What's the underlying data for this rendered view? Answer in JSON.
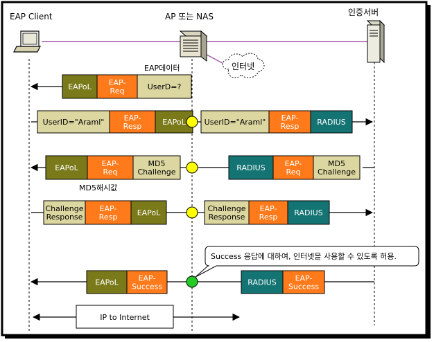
{
  "colors": {
    "olive": "#7a7a1a",
    "orange": "#ff7a1a",
    "tan": "#dcd6a0",
    "teal": "#147474",
    "purple_line": "#a35aa8",
    "yellow_node": "#ffff00",
    "green_node": "#22cc22"
  },
  "icons": {
    "client": "laptop-icon",
    "ap": "access-point-device-icon",
    "server": "server-tower-icon",
    "cloud": "internet-cloud-icon"
  },
  "entities": {
    "client": "EAP Client",
    "ap": "AP 또는 NAS",
    "server": "인증서버",
    "cloud": "인터넷"
  },
  "labels": {
    "eap_data": "EAP데이터",
    "md5_hash": "MD5해시값",
    "success_note": "Success 응답에 대하여, 인터넷을 사용할 수 있도록 허용.",
    "internet_box": "IP to Internet"
  },
  "messages": [
    {
      "id": "m1",
      "left_segments": [
        {
          "text": "EAPoL",
          "color": "olive"
        },
        {
          "text": "EAP-\nReq",
          "color": "orange"
        },
        {
          "text": "UserD=?",
          "color": "tan"
        }
      ],
      "right_segments": []
    },
    {
      "id": "m2",
      "left_segments": [
        {
          "text": "UserID=\"Araml\"",
          "color": "tan"
        },
        {
          "text": "EAP-\nResp",
          "color": "orange"
        },
        {
          "text": "EAPoL",
          "color": "olive"
        }
      ],
      "right_segments": [
        {
          "text": "UserID=\"Araml\"",
          "color": "tan"
        },
        {
          "text": "EAP-\nResp",
          "color": "orange"
        },
        {
          "text": "RADIUS",
          "color": "teal"
        }
      ]
    },
    {
      "id": "m3",
      "left_segments": [
        {
          "text": "EAPoL",
          "color": "olive"
        },
        {
          "text": "EAP-\nReq",
          "color": "orange"
        },
        {
          "text": "MD5\nChallenge",
          "color": "tan"
        }
      ],
      "right_segments": [
        {
          "text": "RADIUS",
          "color": "teal"
        },
        {
          "text": "EAP-\nReq",
          "color": "orange"
        },
        {
          "text": "MD5\nChallenge",
          "color": "tan"
        }
      ]
    },
    {
      "id": "m4",
      "left_segments": [
        {
          "text": "Challenge\nResponse",
          "color": "tan"
        },
        {
          "text": "EAP-\nResp",
          "color": "orange"
        },
        {
          "text": "EAPoL",
          "color": "olive"
        }
      ],
      "right_segments": [
        {
          "text": "Challenge\nResponse",
          "color": "tan"
        },
        {
          "text": "EAP-\nResp",
          "color": "orange"
        },
        {
          "text": "RADIUS",
          "color": "teal"
        }
      ]
    },
    {
      "id": "m5",
      "left_segments": [
        {
          "text": "EAPoL",
          "color": "olive"
        },
        {
          "text": "EAP-\nSuccess",
          "color": "orange"
        }
      ],
      "right_segments": [
        {
          "text": "RADIUS",
          "color": "teal"
        },
        {
          "text": "EAP-\nSuccess",
          "color": "orange"
        }
      ]
    }
  ]
}
